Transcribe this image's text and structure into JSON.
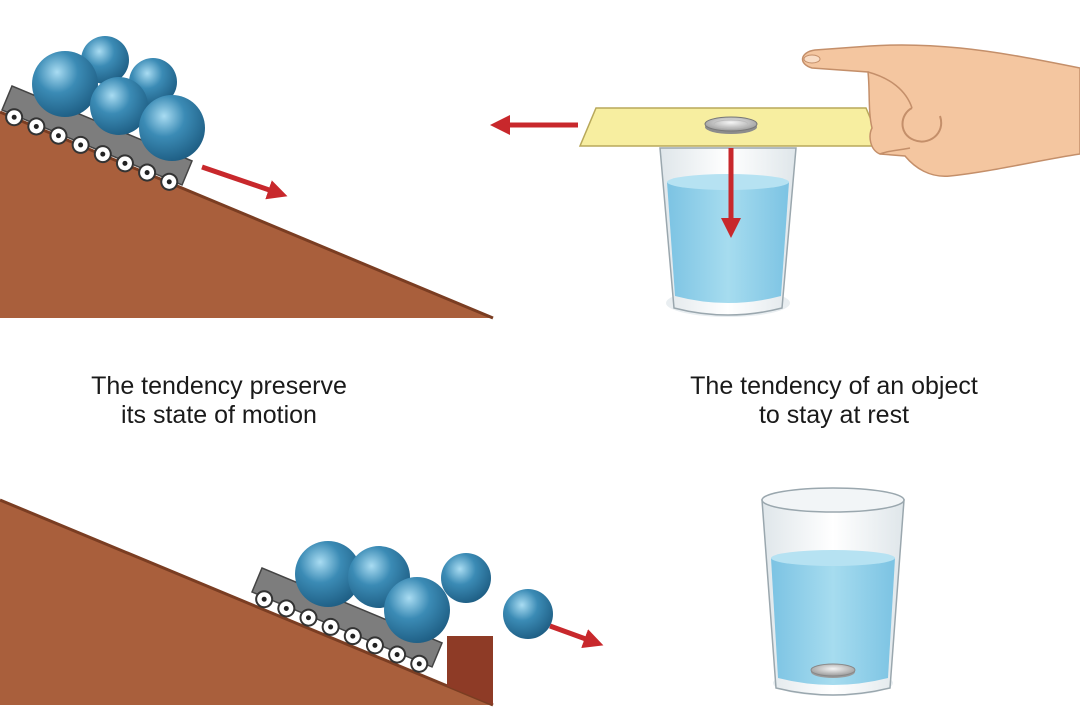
{
  "captions": {
    "left": {
      "line1": "The tendency preserve",
      "line2": "its state of motion"
    },
    "right": {
      "line1": "The tendency of an object",
      "line2": "to stay at rest"
    }
  },
  "colors": {
    "ramp": "#a95f3c",
    "ramp_edge": "#7a3d22",
    "block": "#8e3b26",
    "ball": "#3b8bb5",
    "ball_dark": "#1f5f85",
    "ball_light": "#8ccbe8",
    "cart": "#7d7d7d",
    "arrow": "#c8282c",
    "card": "#f7eea0",
    "water": "#8ccfe9",
    "glass": "#e8eef2",
    "skin": "#f4c6a0",
    "skin_line": "#c48f6a"
  },
  "icons": [
    "ramp",
    "cart",
    "ball",
    "arrow",
    "card",
    "coin",
    "glass",
    "hand"
  ]
}
